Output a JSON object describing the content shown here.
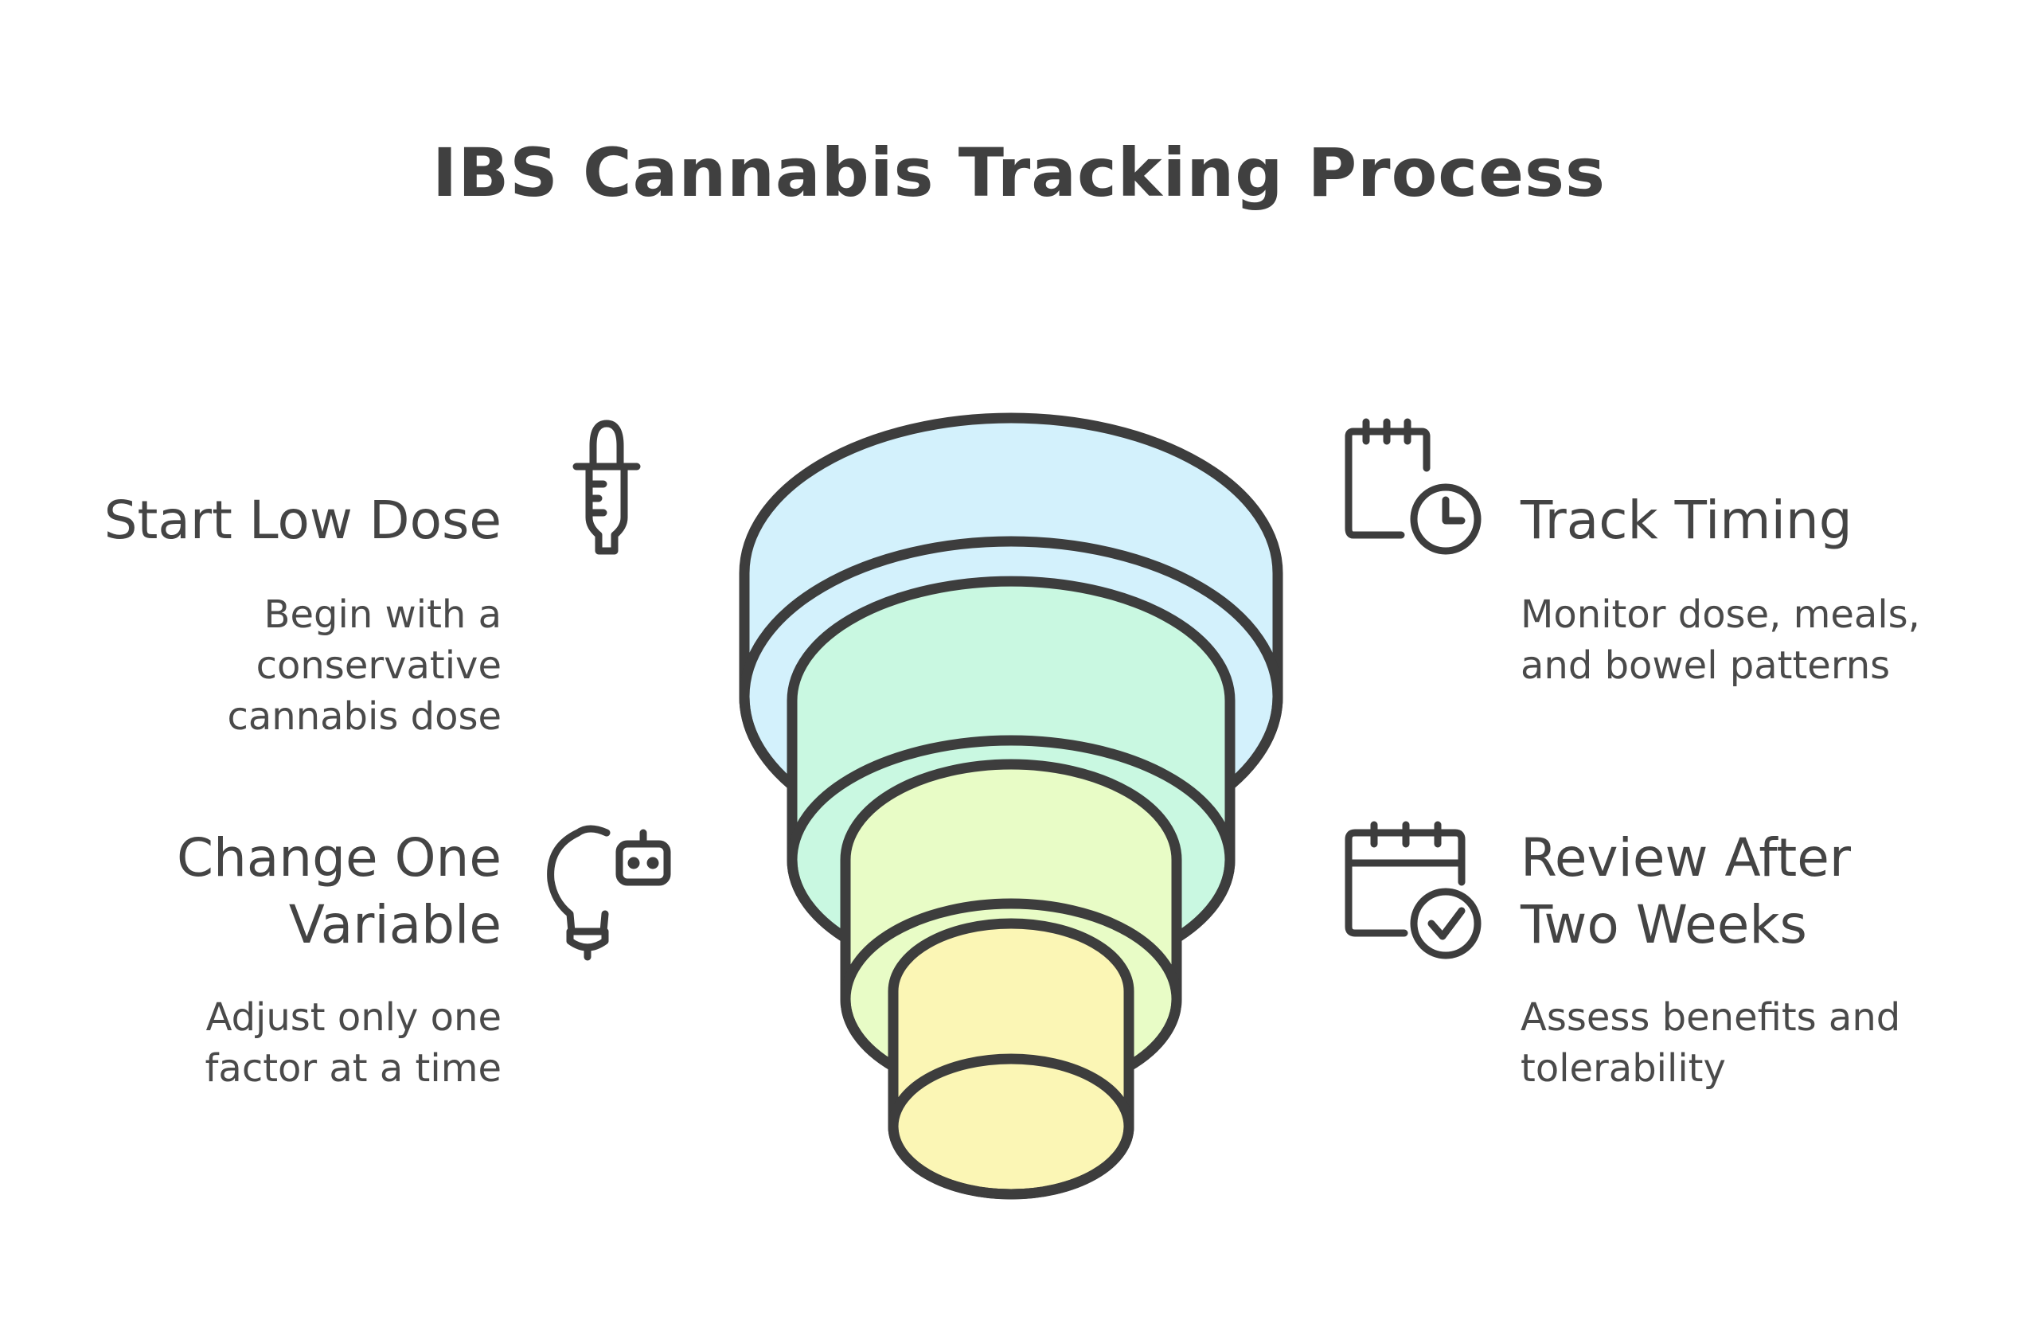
{
  "title": "IBS Cannabis Tracking Process",
  "steps": [
    {
      "title": "Start Low Dose",
      "description": "Begin with a conservative cannabis dose",
      "icon": "dropper-icon"
    },
    {
      "title": "Track Timing",
      "description": "Monitor dose, meals, and bowel patterns",
      "icon": "calendar-clock-icon"
    },
    {
      "title": "Change One Variable",
      "description": "Adjust only one factor at a time",
      "icon": "lightbulb-robot-icon"
    },
    {
      "title": "Review After Two Weeks",
      "description": "Assess benefits and tolerability",
      "icon": "calendar-check-icon"
    }
  ],
  "colors": {
    "stroke": "#3d3d3d",
    "layer1": "#d3f1fc",
    "layer2": "#c9f8e1",
    "layer3": "#e8fcc6",
    "layer4": "#fbf6b5"
  }
}
